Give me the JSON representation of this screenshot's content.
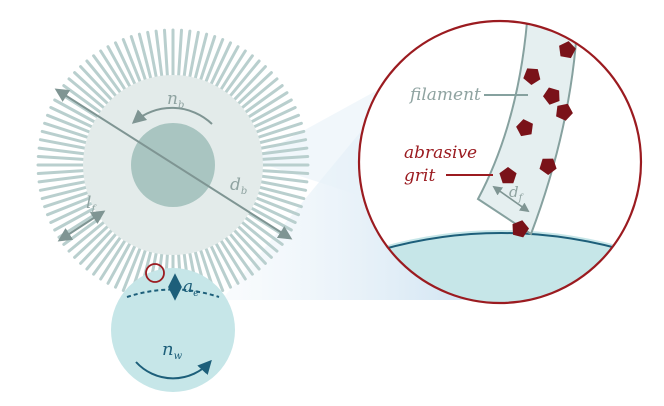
{
  "labels": {
    "filament": "filament",
    "abrasive_line1": "abrasive",
    "abrasive_line2": "grit",
    "nb": {
      "main": "n",
      "sub": "b"
    },
    "db": {
      "main": "d",
      "sub": "b"
    },
    "lf": {
      "main": "l",
      "sub": "f"
    },
    "ae": {
      "main": "a",
      "sub": "e"
    },
    "nw": {
      "main": "n",
      "sub": "w"
    },
    "df": {
      "main": "d",
      "sub": "f"
    }
  },
  "colors": {
    "bristle": "#b9cfce",
    "hub": "#e3ebea",
    "core": "#a9c5c1",
    "gray_text": "#8fa3a1",
    "workpiece": "#c6e6e8",
    "workpiece_edge": "#1d5f7a",
    "grit": "#7a1219",
    "accent_red": "#9b1b20",
    "filament_fill": "#e5eff0",
    "filament_edge": "#86a19f",
    "zoom_cone": "#dcecf4"
  }
}
